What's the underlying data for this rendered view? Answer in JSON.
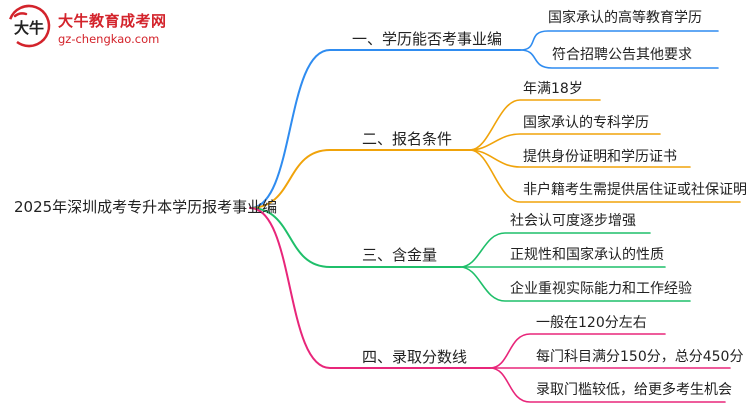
{
  "logo": {
    "name": "大牛教育成考网",
    "url": "gz-chengkao.com",
    "mark_text": "大牛"
  },
  "root": "2025年深圳成考专升本学历报考事业编",
  "colors": {
    "blue": "#2f8cf0",
    "orange": "#f0a30a",
    "green": "#1fbf6a",
    "pink": "#e8267a",
    "brand": "#d3232b"
  },
  "branches": [
    {
      "label": "一、学历能否考事业编",
      "leaves": [
        "国家承认的高等教育学历",
        "符合招聘公告其他要求"
      ]
    },
    {
      "label": "二、报名条件",
      "leaves": [
        "年满18岁",
        "国家承认的专科学历",
        "提供身份证明和学历证书",
        "非户籍考生需提供居住证或社保证明"
      ]
    },
    {
      "label": "三、含金量",
      "leaves": [
        "社会认可度逐步增强",
        "正规性和国家承认的性质",
        "企业重视实际能力和工作经验"
      ]
    },
    {
      "label": "四、录取分数线",
      "leaves": [
        "一般在120分左右",
        "每门科目满分150分，总分450分",
        "录取门槛较低，给更多考生机会"
      ]
    }
  ]
}
